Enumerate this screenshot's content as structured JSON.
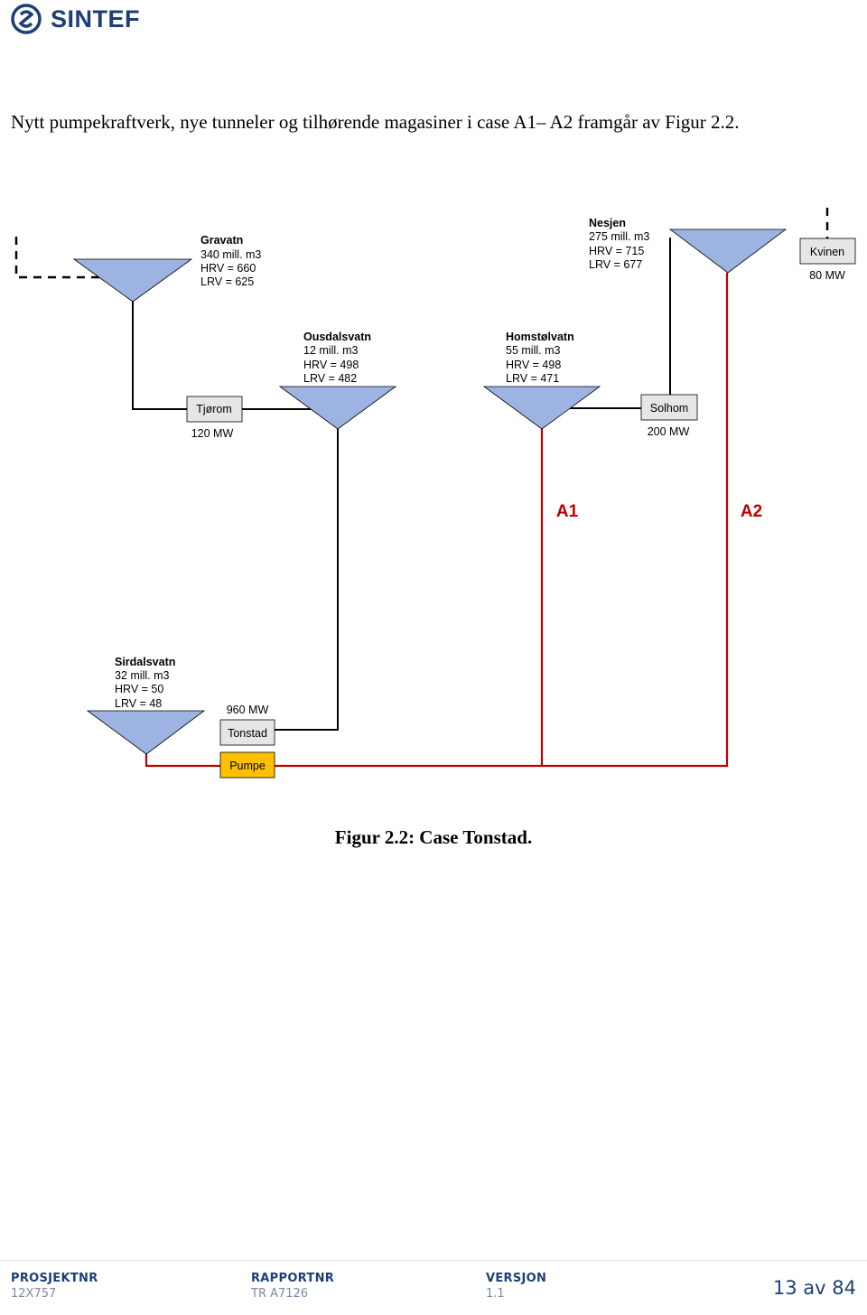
{
  "header": {
    "logo_text": "SINTEF"
  },
  "intro_text": "Nytt pumpekraftverk, nye tunneler og tilhørende magasiner i case A1– A2 framgår av Figur 2.2.",
  "diagram": {
    "reservoirs": {
      "gravatn": {
        "name": "Gravatn",
        "volume": "340 mill. m3",
        "hrv": "HRV = 660",
        "lrv": "LRV = 625"
      },
      "nesjen": {
        "name": "Nesjen",
        "volume": "275 mill. m3",
        "hrv": "HRV = 715",
        "lrv": "LRV = 677"
      },
      "ousdalsvatn": {
        "name": "Ousdalsvatn",
        "volume": "12 mill. m3",
        "hrv": "HRV = 498",
        "lrv": "LRV = 482"
      },
      "homstolvatn": {
        "name": "Homstølvatn",
        "volume": "55 mill. m3",
        "hrv": "HRV = 498",
        "lrv": "LRV = 471"
      },
      "sirdalsvatn": {
        "name": "Sirdalsvatn",
        "volume": "32 mill. m3",
        "hrv": "HRV = 50",
        "lrv": "LRV = 48"
      }
    },
    "stations": {
      "kvinen": {
        "name": "Kvinen",
        "capacity": "80 MW"
      },
      "tjorom": {
        "name": "Tjørom",
        "capacity": "120 MW"
      },
      "solhom": {
        "name": "Solhom",
        "capacity": "200 MW"
      },
      "tonstad": {
        "name": "Tonstad",
        "capacity": "960 MW"
      },
      "pumpe": {
        "name": "Pumpe"
      }
    },
    "cases": {
      "a1": "A1",
      "a2": "A2"
    },
    "colors": {
      "reservoir_fill": "#9db4e3",
      "new_tunnel": "#c00000",
      "pump_fill": "#ffc000",
      "station_fill": "#e6e6e6"
    }
  },
  "caption": "Figur 2.2: Case Tonstad.",
  "footer": {
    "project_label": "PROSJEKTNR",
    "project_value": "12X757",
    "report_label": "RAPPORTNR",
    "report_value": "TR A7126",
    "version_label": "VERSJON",
    "version_value": "1.1",
    "page": "13 av 84"
  }
}
